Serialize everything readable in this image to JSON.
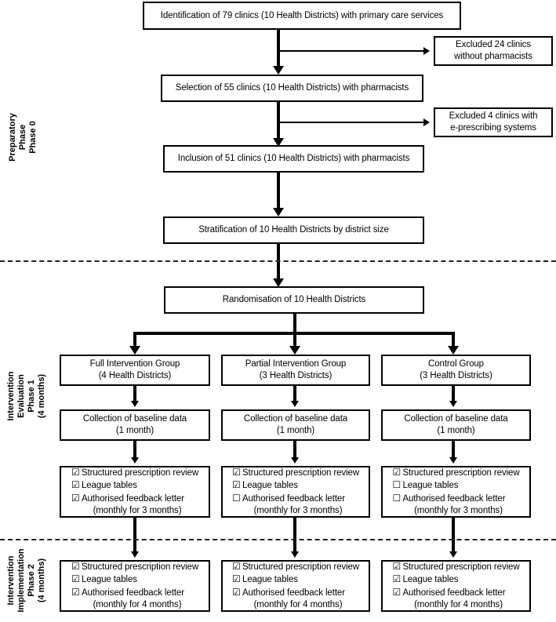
{
  "diagram": {
    "title": "Study flow diagram of clinic selection, randomisation and intervention phases",
    "colors": {
      "line": "#000000",
      "background": "#ffffff",
      "separator": "#222222"
    },
    "separators": [
      {
        "name": "phase0-phase1-divider"
      },
      {
        "name": "phase1-phase2-divider"
      }
    ]
  },
  "phases": [
    {
      "id": "phase-0",
      "lines": [
        "Preparatory",
        "Phase",
        "Phase 0"
      ]
    },
    {
      "id": "phase-1",
      "lines": [
        "Intervention",
        "Evaluation",
        "Phase 1",
        "(4 months)"
      ]
    },
    {
      "id": "phase-2",
      "lines": [
        "Intervention",
        "Implementation",
        "Phase 2",
        "(4 months)"
      ]
    }
  ],
  "nodes": {
    "identification": {
      "lines": [
        "Identification of 79 clinics (10 Health Districts) with primary care services"
      ]
    },
    "excluded_pharmacists": {
      "lines": [
        "Excluded 24 clinics",
        "without pharmacists"
      ]
    },
    "selection": {
      "lines": [
        "Selection of 55 clinics (10 Health Districts) with pharmacists"
      ]
    },
    "excluded_eprescribing": {
      "lines": [
        "Excluded 4 clinics with",
        "e-prescribing systems"
      ]
    },
    "inclusion": {
      "lines": [
        "Inclusion of 51 clinics (10 Health Districts) with pharmacists"
      ]
    },
    "stratification": {
      "lines": [
        "Stratification of 10 Health Districts by district size"
      ]
    },
    "randomisation": {
      "lines": [
        "Randomisation of 10 Health Districts"
      ]
    }
  },
  "groups": [
    {
      "id": "full-intervention",
      "title_lines": [
        "Full Intervention Group",
        "(4 Health Districts)"
      ],
      "baseline_lines": [
        "Collection of baseline data",
        "(1 month)"
      ],
      "phase1": {
        "items": [
          {
            "label": "Structured prescription review",
            "checked": true
          },
          {
            "label": "League tables",
            "checked": true
          },
          {
            "label": "Authorised feedback letter",
            "checked": true
          }
        ],
        "note": "(monthly for 3 months)"
      },
      "phase2": {
        "items": [
          {
            "label": "Structured prescription review",
            "checked": true
          },
          {
            "label": "League tables",
            "checked": true
          },
          {
            "label": "Authorised feedback letter",
            "checked": true
          }
        ],
        "note": "(monthly for 4 months)"
      }
    },
    {
      "id": "partial-intervention",
      "title_lines": [
        "Partial Intervention Group",
        "(3 Health Districts)"
      ],
      "baseline_lines": [
        "Collection of baseline data",
        "(1 month)"
      ],
      "phase1": {
        "items": [
          {
            "label": "Structured prescription review",
            "checked": true
          },
          {
            "label": "League tables",
            "checked": true
          },
          {
            "label": "Authorised feedback letter",
            "checked": false
          }
        ],
        "note": "(monthly for 3 months)"
      },
      "phase2": {
        "items": [
          {
            "label": "Structured prescription review",
            "checked": true
          },
          {
            "label": "League tables",
            "checked": true
          },
          {
            "label": "Authorised feedback letter",
            "checked": true
          }
        ],
        "note": "(monthly for 4 months)"
      }
    },
    {
      "id": "control",
      "title_lines": [
        "Control Group",
        "(3 Health Districts)"
      ],
      "baseline_lines": [
        "Collection of baseline data",
        "(1 month)"
      ],
      "phase1": {
        "items": [
          {
            "label": "Structured prescription review",
            "checked": true
          },
          {
            "label": "League tables",
            "checked": false
          },
          {
            "label": "Authorised feedback letter",
            "checked": false
          }
        ],
        "note": "(monthly for 3 months)"
      },
      "phase2": {
        "items": [
          {
            "label": "Structured prescription review",
            "checked": true
          },
          {
            "label": "League tables",
            "checked": true
          },
          {
            "label": "Authorised feedback letter",
            "checked": true
          }
        ],
        "note": "(monthly for 4 months)"
      }
    }
  ],
  "glyphs": {
    "checked": "☑",
    "unchecked": "☐"
  }
}
